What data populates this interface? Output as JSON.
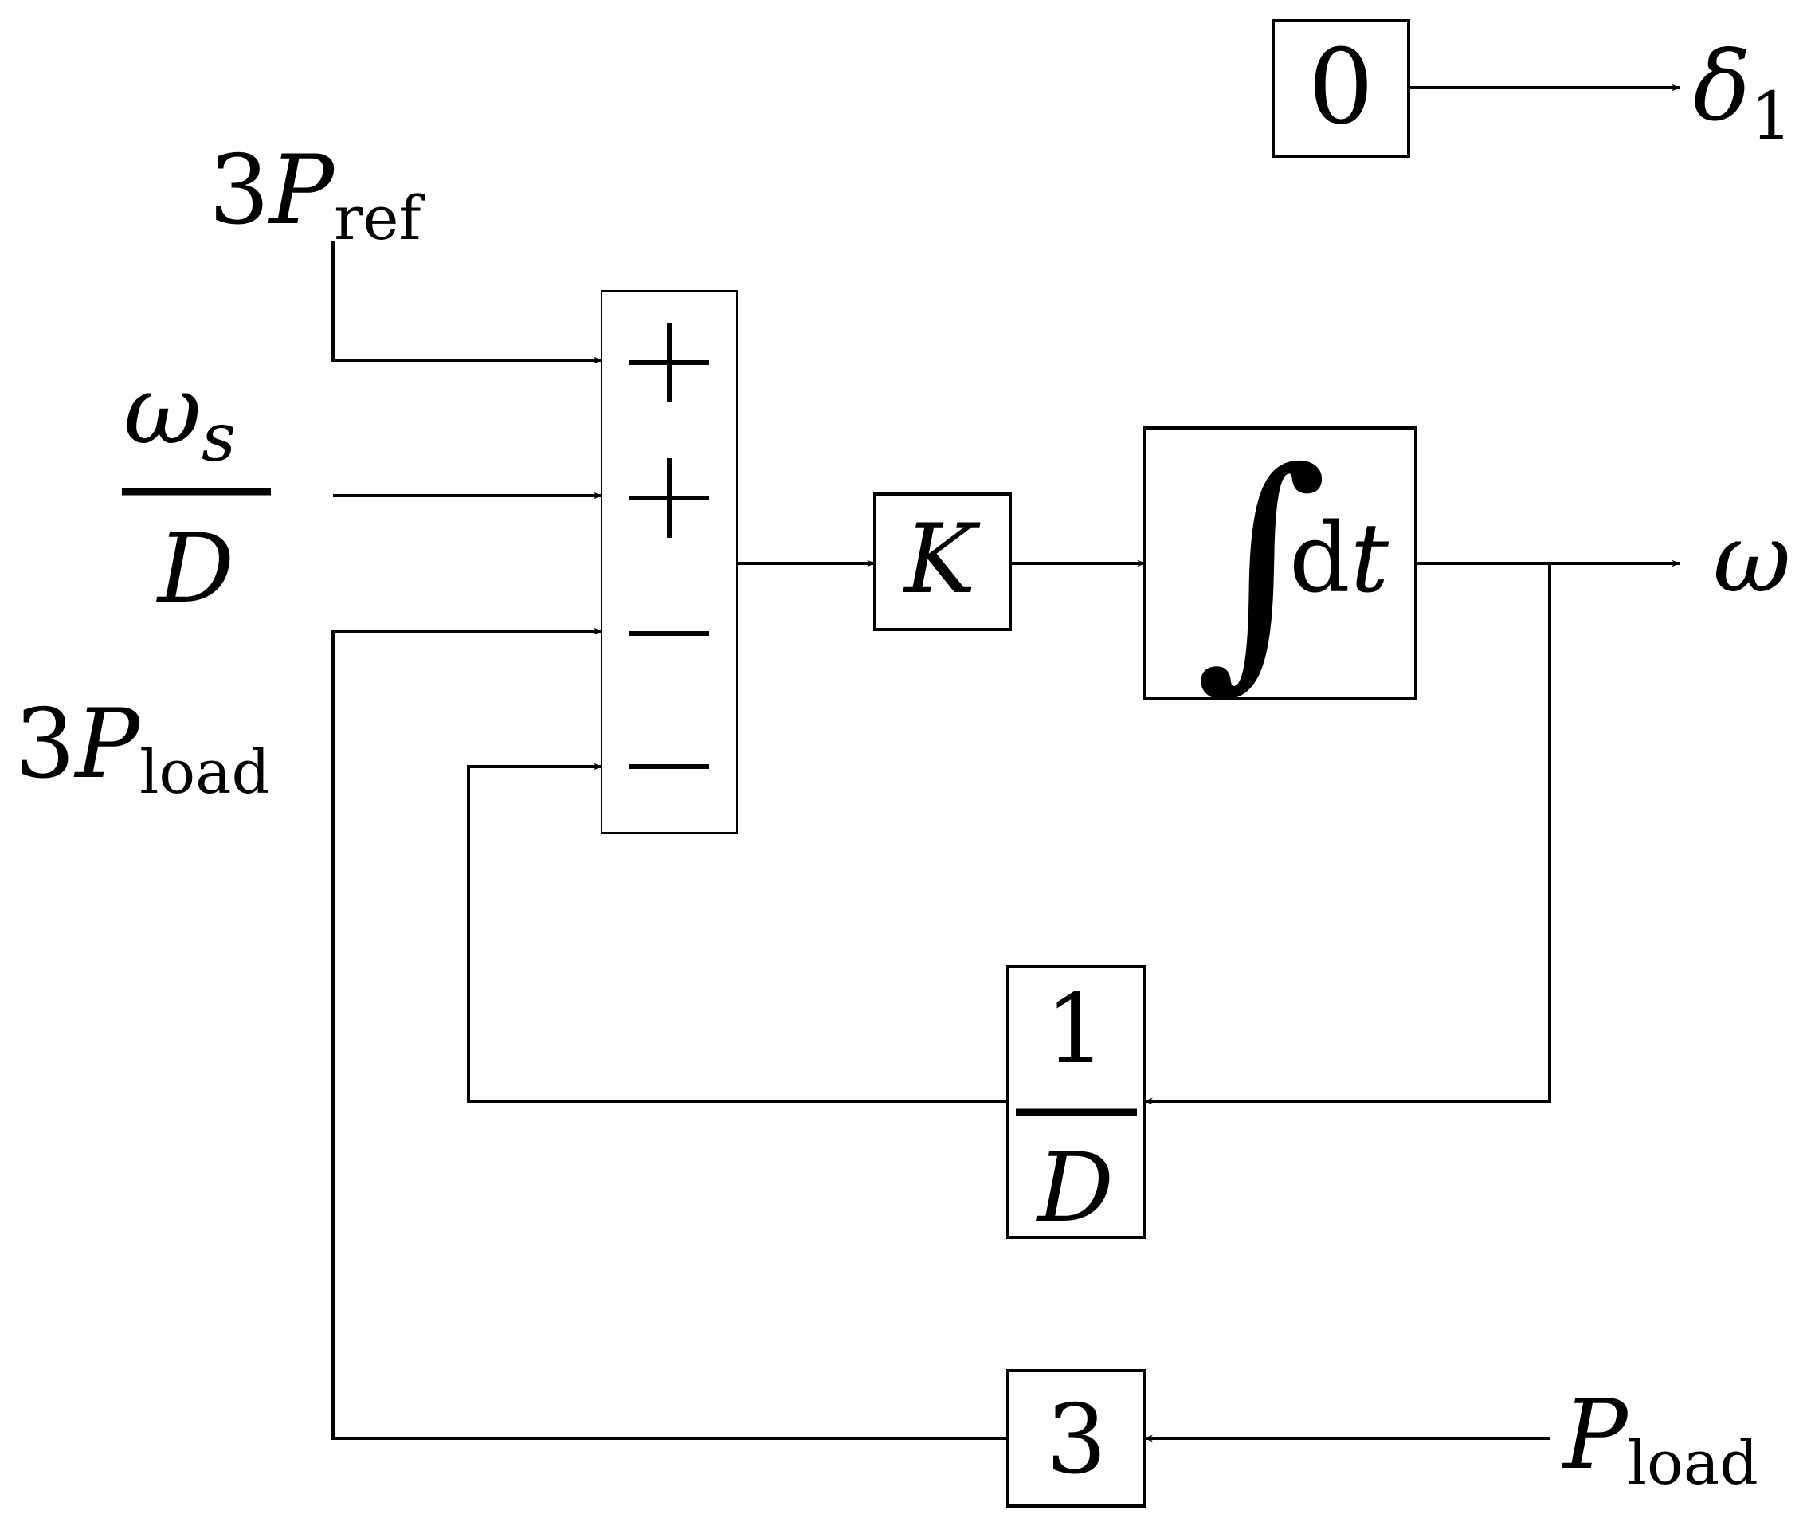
{
  "diagram": {
    "inputs": {
      "p_ref": {
        "coef": "3",
        "sym": "P",
        "sub": "ref"
      },
      "omega_s_over_d": {
        "num": "ω",
        "num_sub": "s",
        "den": "D"
      },
      "p_load3": {
        "coef": "3",
        "sym": "P",
        "sub": "load"
      },
      "p_load": {
        "sym": "P",
        "sub": "load"
      }
    },
    "summer_signs": [
      "+",
      "+",
      "−",
      "−"
    ],
    "blocks": {
      "zero": "0",
      "gain_k": "K",
      "integrator": {
        "integral": "∫",
        "d": "d",
        "t": "t"
      },
      "feedback": {
        "num": "1",
        "den": "D"
      },
      "three": "3"
    },
    "outputs": {
      "delta": {
        "sym": "δ",
        "sub": "1"
      },
      "omega": "ω"
    },
    "colors": {
      "line": "#000000",
      "background": "#ffffff"
    }
  }
}
